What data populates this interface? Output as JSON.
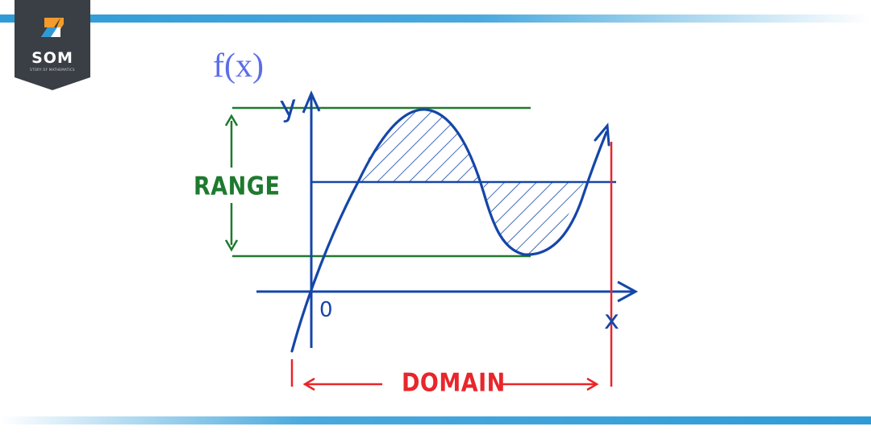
{
  "logo": {
    "text": "SOM",
    "subtitle": "STORY OF MATHEMATICS"
  },
  "function_label": "f(x)",
  "labels": {
    "range": "RANGE",
    "domain": "DOMAIN",
    "origin": "0",
    "y_axis": "y",
    "x_axis": "x"
  },
  "colors": {
    "brand_blue": "#2f9bd6",
    "curve_blue": "#1546a8",
    "range_green": "#1e7a2e",
    "domain_red": "#e8262b",
    "fx_blue": "#5b6ee8"
  }
}
